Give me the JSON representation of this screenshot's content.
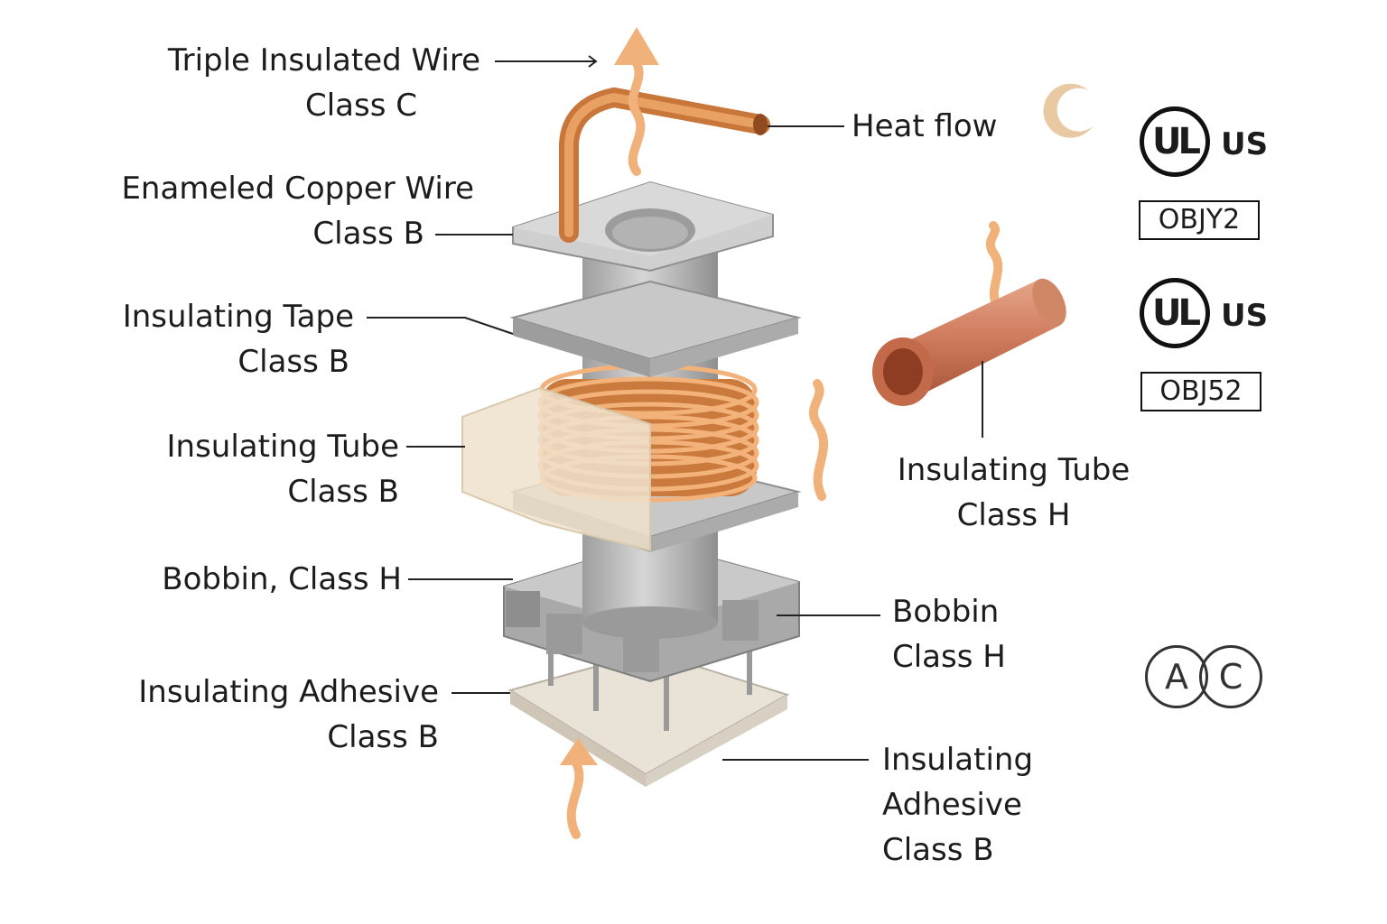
{
  "labels": {
    "triple_wire": [
      "Triple Insulated Wire",
      "Class C"
    ],
    "enameled_wire": [
      "Enameled Copper Wire",
      "Class B"
    ],
    "insulating_tape": [
      "Insulating Tape",
      "Class B"
    ],
    "insulating_tube_left": [
      "Insulating Tube",
      "Class B"
    ],
    "bobbin_left": "Bobbin, Class H",
    "adhesive_left": [
      "Insulating Adhesive",
      "Class B"
    ],
    "heat_flow": "Heat flow",
    "insulating_tube_right": [
      "Insulating Tube",
      "Class H"
    ],
    "bobbin_right": [
      "Bobbin",
      "Class H"
    ],
    "adhesive_right": [
      "Insulating",
      "Adhesive",
      "Class B"
    ]
  },
  "certifications": [
    {
      "mark": "UL",
      "country": "US",
      "code": "OBJY2"
    },
    {
      "mark": "UL",
      "country": "US",
      "code": "OBJ52"
    }
  ],
  "ac_mark": {
    "left": "A",
    "right": "C"
  },
  "colors": {
    "copper": "#d9894a",
    "heat": "#f0b27a",
    "bobbin_gray": "#bdbdbd",
    "tape": "#efe2cc",
    "tube_copper": "#cf7a5c"
  }
}
